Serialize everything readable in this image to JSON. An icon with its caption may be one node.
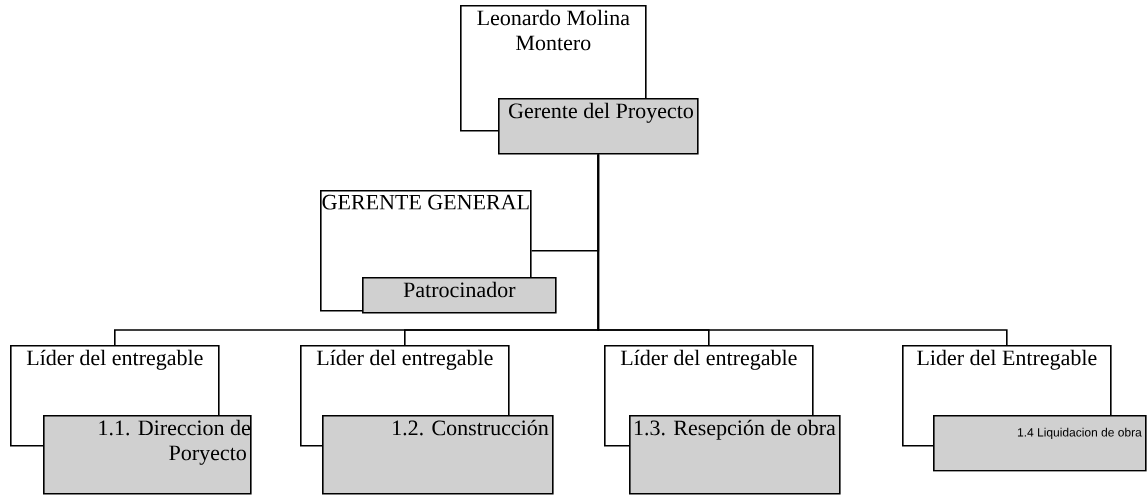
{
  "diagram": {
    "nodes": [
      {
        "text": [
          "Leonardo Molina Montero"
        ]
      },
      {
        "text": [
          "Gerente del Proyecto"
        ]
      },
      {
        "text": [
          "GERENTE GENERAL"
        ]
      },
      {
        "text": [
          "Patrocinador"
        ]
      },
      {
        "text": [
          "Líder del entregable"
        ]
      },
      {
        "text": [
          "1.1. Direccion de Poryecto"
        ]
      },
      {
        "text": [
          "Líder del entregable"
        ]
      },
      {
        "text": [
          "1.2. Construcción"
        ]
      },
      {
        "text": [
          "Líder del entregable"
        ]
      },
      {
        "text": [
          "1.3. Resepción de obra"
        ]
      },
      {
        "text": [
          "Lider del Entregable"
        ]
      },
      {
        "text": [
          "1.4 Liquidacion de obra"
        ]
      }
    ],
    "edges": [
      {
        "from": 1,
        "to": 2,
        "arrow": "none"
      },
      {
        "from": 1,
        "to": 4,
        "arrow": "none"
      },
      {
        "from": 1,
        "to": 6,
        "arrow": "none"
      },
      {
        "from": 1,
        "to": 8,
        "arrow": "none"
      },
      {
        "from": 1,
        "to": 10,
        "arrow": "none"
      }
    ]
  }
}
